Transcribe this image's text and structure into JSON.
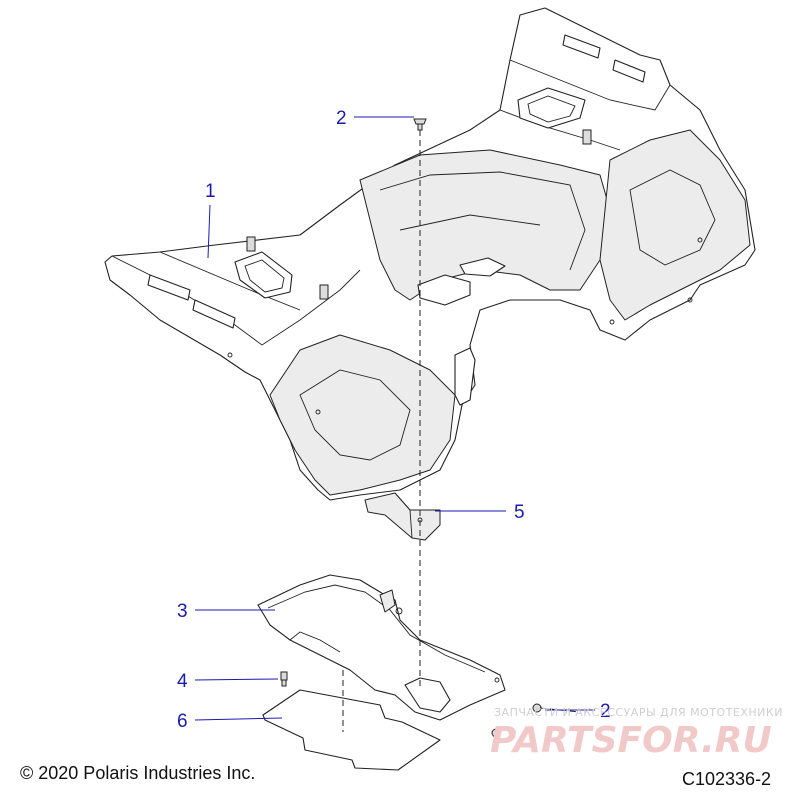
{
  "callouts": {
    "c1": "1",
    "c2_top": "2",
    "c2_bottom": "2",
    "c3": "3",
    "c4": "4",
    "c5": "5",
    "c6": "6"
  },
  "footer": {
    "copyright": "© 2020 Polaris Industries Inc.",
    "diagram_number": "C102336-2"
  },
  "watermark": {
    "tagline": "ЗАПЧАСТИ И АКСЕССУАРЫ ДЛЯ МОТОТЕХНИКИ",
    "brand": "PARTSFOR.RU"
  },
  "colors": {
    "callout": "#1a1ab0",
    "line": "#222222",
    "watermark_brand": "#f2c9c9"
  }
}
